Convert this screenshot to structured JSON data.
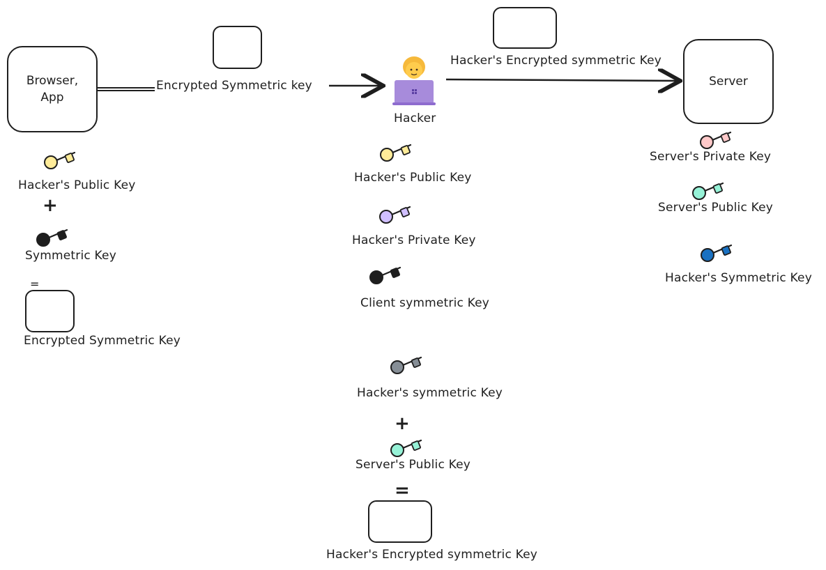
{
  "nodes": {
    "browser": "Browser,\nApp",
    "hacker": "Hacker",
    "server": "Server"
  },
  "edges": {
    "client_to_hacker": "Encrypted Symmetric key",
    "hacker_to_server": "Hacker's Encrypted symmetric Key"
  },
  "client": {
    "public_key": "Hacker's Public Key",
    "plus": "+",
    "symmetric_key": "Symmetric Key",
    "equals": "=",
    "encrypted_key": "Encrypted Symmetric Key"
  },
  "hacker_side": {
    "public_key": "Hacker's Public Key",
    "private_key": "Hacker's Private Key",
    "client_key": "Client symmetric Key",
    "symmetric_key": "Hacker's symmetric Key",
    "plus": "+",
    "server_public_key": "Server's Public Key",
    "equals": "=",
    "encrypted_key": "Hacker's Encrypted symmetric Key"
  },
  "server_side": {
    "private_key": "Server's Private Key",
    "public_key": "Server's Public Key",
    "hacker_symmetric_key": "Hacker's Symmetric Key"
  },
  "key_colors": {
    "yellow": "#ffec99",
    "black": "#1e1e1e",
    "purple": "#d0bfff",
    "gray": "#868e96",
    "teal": "#96f2d7",
    "pink": "#ffc9c9",
    "blue": "#1971c2"
  }
}
